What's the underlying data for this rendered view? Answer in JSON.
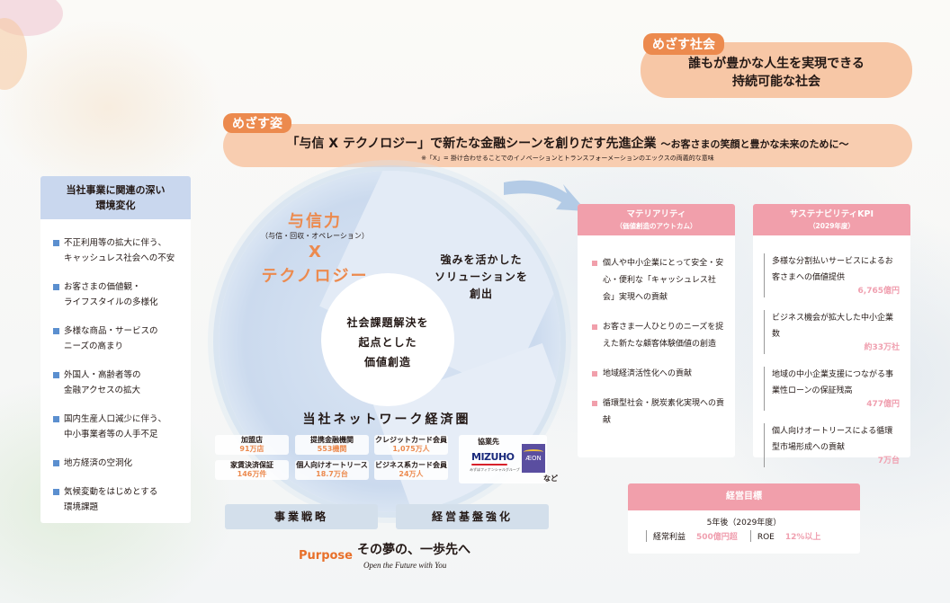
{
  "society": {
    "tag": "めざす社会",
    "lines": [
      "誰もが豊かな人生を実現できる",
      "持続可能な社会"
    ]
  },
  "vision": {
    "tag": "めざす姿",
    "main": "「与信 X テクノロジー」で新たな金融シーンを創りだす先進企業",
    "sub": "～お客さまの笑顔と豊かな未来のために～",
    "note": "※「X」= 掛け合わせることでのイノベーションとトランスフォーメーションのエックスの両義的な意味"
  },
  "environment": {
    "title_lines": [
      "当社事業に関連の深い",
      "環境変化"
    ],
    "items": [
      [
        "不正利用等の拡大に伴う、",
        "キャッシュレス社会への不安"
      ],
      [
        "お客さまの価値観・",
        "ライフスタイルの多様化"
      ],
      [
        "多様な商品・サービスの",
        "ニーズの高まり"
      ],
      [
        "外国人・高齢者等の",
        "金融アクセスの拡大"
      ],
      [
        "国内生産人口減少に伴う、",
        "中小事業者等の人手不足"
      ],
      [
        "地方経済の空洞化"
      ],
      [
        "気候変動をはじめとする",
        "環境課題"
      ]
    ]
  },
  "cycle": {
    "credit_title": "与信力",
    "credit_sub": "（与信・回収・オペレーション）",
    "x": "X",
    "tech": "テクノロジー",
    "solution_lines": [
      "強みを活かした",
      "ソリューションを",
      "創出"
    ],
    "center_lines": [
      "社会課題解決を",
      "起点とした",
      "価値創造"
    ]
  },
  "network": {
    "title": "当社ネットワーク経済圏",
    "stats": [
      {
        "label": "加盟店",
        "value": "91万店"
      },
      {
        "label": "提携金融機関",
        "value": "553機関"
      },
      {
        "label": "クレジットカード会員",
        "value": "1,075万人"
      },
      {
        "label": "家賃決済保証",
        "value": "146万件"
      },
      {
        "label": "個人向けオートリース",
        "value": "18.7万台"
      },
      {
        "label": "ビジネス系カード会員",
        "value": "24万人"
      }
    ],
    "partners": {
      "label": "協業先",
      "mizuho": "MIZUHO",
      "mizuho_sub": "みずほフィナンシャルグループ",
      "aeon": "ÆON",
      "etc": "など"
    }
  },
  "foundation": {
    "business_strategy": "事業戦略",
    "management_base": "経営基盤強化"
  },
  "purpose": {
    "label": "Purpose",
    "jp": "その夢の、一歩先へ",
    "en": "Open the Future with You"
  },
  "materiality": {
    "title": "マテリアリティ",
    "subtitle": "（価値創造のアウトカム）",
    "items": [
      "個人や中小企業にとって安全・安心・便利な「キャッシュレス社会」実現への貢献",
      "お客さま一人ひとりのニーズを捉えた新たな顧客体験価値の創造",
      "地域経済活性化への貢献",
      "循環型社会・脱炭素化実現への貢献"
    ]
  },
  "kpi": {
    "title": "サステナビリティKPI",
    "subtitle": "（2029年度）",
    "items": [
      {
        "text": "多様な分割払いサービスによるお客さまへの価値提供",
        "value": "6,765億円"
      },
      {
        "text": "ビジネス機会が拡大した中小企業数",
        "value": "約33万社"
      },
      {
        "text": "地域の中小企業支援につながる事業性ローンの保証残高",
        "value": "477億円"
      },
      {
        "text": "個人向けオートリースによる循環型市場形成への貢献",
        "value": "7万台"
      }
    ]
  },
  "targets": {
    "title": "経営目標",
    "year": "5年後（2029年度）",
    "items": [
      {
        "key": "経常利益",
        "value": "500億円超"
      },
      {
        "key": "ROE",
        "value": "12%以上"
      }
    ]
  },
  "colors": {
    "orange": "#ec8a4e",
    "pink": "#f19fab",
    "blue_bullet": "#5b8fcf",
    "env_head": "#c9d7ee"
  }
}
